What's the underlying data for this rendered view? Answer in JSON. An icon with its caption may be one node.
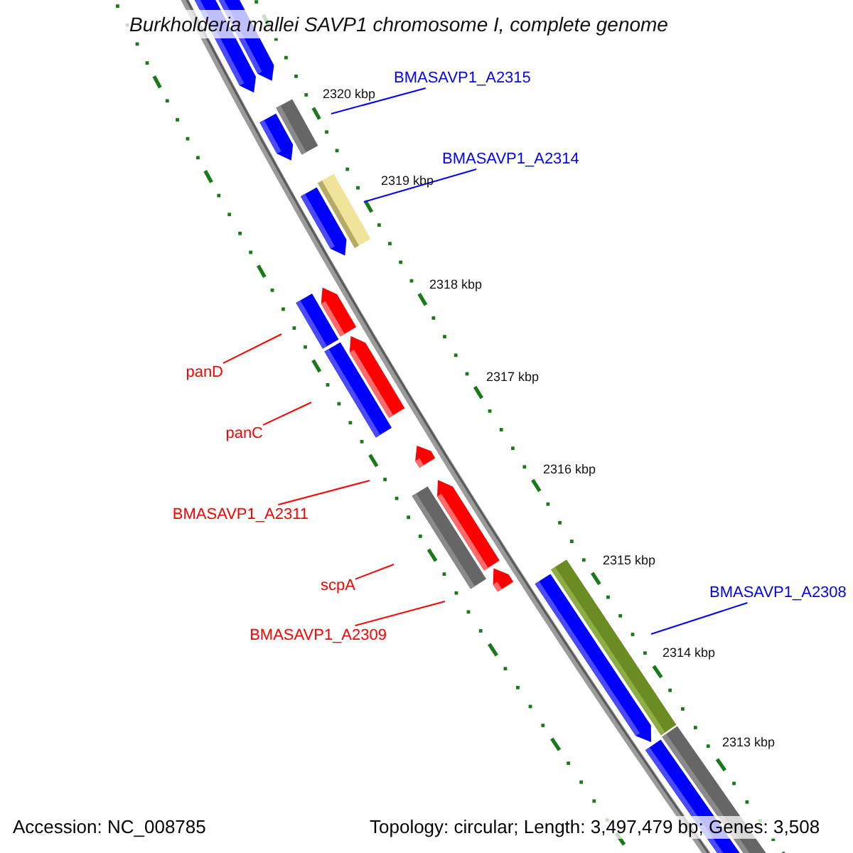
{
  "diagram": {
    "title": "Burkholderia mallei SAVP1 chromosome I, complete genome",
    "nodes": [
      {
        "text": [
          "BMASAVP1_A2315"
        ]
      },
      {
        "text": [
          "BMASAVP1_A2314"
        ]
      },
      {
        "text": [
          "panD"
        ]
      },
      {
        "text": [
          "panC"
        ]
      },
      {
        "text": [
          "BMASAVP1_A2311"
        ]
      },
      {
        "text": [
          "scpA"
        ]
      },
      {
        "text": [
          "BMASAVP1_A2308"
        ]
      },
      {
        "text": [
          "BMASAVP1_A2309"
        ]
      }
    ],
    "edges": [
      {
        "from": 0,
        "to": null,
        "arrow": "none",
        "color": "#0000ff"
      },
      {
        "from": 1,
        "to": null,
        "arrow": "none",
        "color": "#0000ff"
      },
      {
        "from": 2,
        "to": null,
        "arrow": "none"
      },
      {
        "from": 3,
        "to": null,
        "arrow": "none"
      },
      {
        "from": 4,
        "to": null,
        "arrow": "none"
      },
      {
        "from": 5,
        "to": null,
        "arrow": "none"
      },
      {
        "from": 6,
        "to": null,
        "arrow": "none",
        "color": "#0000ff"
      },
      {
        "from": 7,
        "to": null,
        "arrow": "none"
      }
    ],
    "labels": [
      "2320 kbp",
      "2319 kbp",
      "2318 kbp",
      "2317 kbp",
      "2316 kbp",
      "2315 kbp",
      "2314 kbp",
      "2313 kbp",
      "Accession: NC_008785",
      "Topology: circular; Length: 3,497,479 bp; Genes: 3,508"
    ]
  }
}
